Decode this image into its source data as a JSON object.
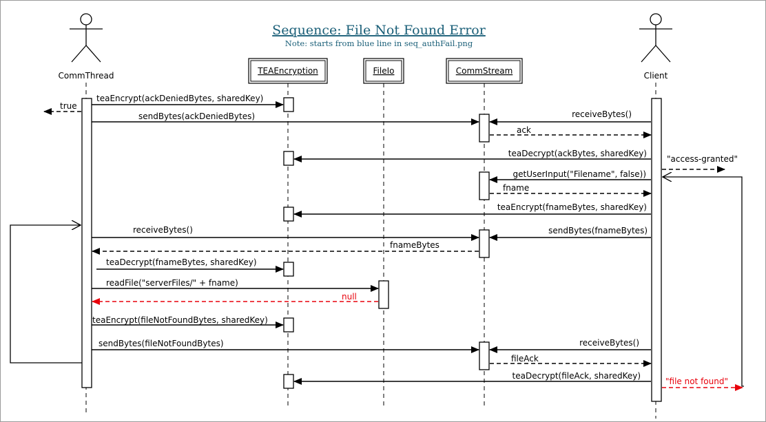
{
  "title": "Sequence: File Not Found Error",
  "note": "Note: starts from blue line in seq_authFail.png",
  "actors": {
    "commthread": "CommThread",
    "client": "Client"
  },
  "objects": {
    "teaencryption": "TEAEncryption",
    "fileio": "FileIo",
    "commstream": "CommStream"
  },
  "messages": {
    "m01": "teaEncrypt(ackDeniedBytes, sharedKey)",
    "m02": "true",
    "m03": "sendBytes(ackDeniedBytes)",
    "m04": "receiveBytes()",
    "m05": "ack",
    "m06": "teaDecrypt(ackBytes, sharedKey)",
    "m07": "\"access-granted\"",
    "m08": "getUserInput(\"Filename\", false))",
    "m09": "fname",
    "m10": "teaEncrypt(fnameBytes, sharedKey)",
    "m11": "receiveBytes()",
    "m12": "sendBytes(fnameBytes)",
    "m13": "fnameBytes",
    "m14": "teaDecrypt(fnameBytes, sharedKey)",
    "m15": "readFile(\"serverFiles/\" + fname)",
    "m16": "null",
    "m17": "teaEncrypt(fileNotFoundBytes, sharedKey)",
    "m18": "sendBytes(fileNotFoundBytes)",
    "m19": "receiveBytes()",
    "m20": "fileAck",
    "m21": "teaDecrypt(fileAck, sharedKey)",
    "m22": "\"file not found\""
  },
  "colors": {
    "ink": "#000000",
    "title": "#1a5f78",
    "error": "#e8000b"
  }
}
